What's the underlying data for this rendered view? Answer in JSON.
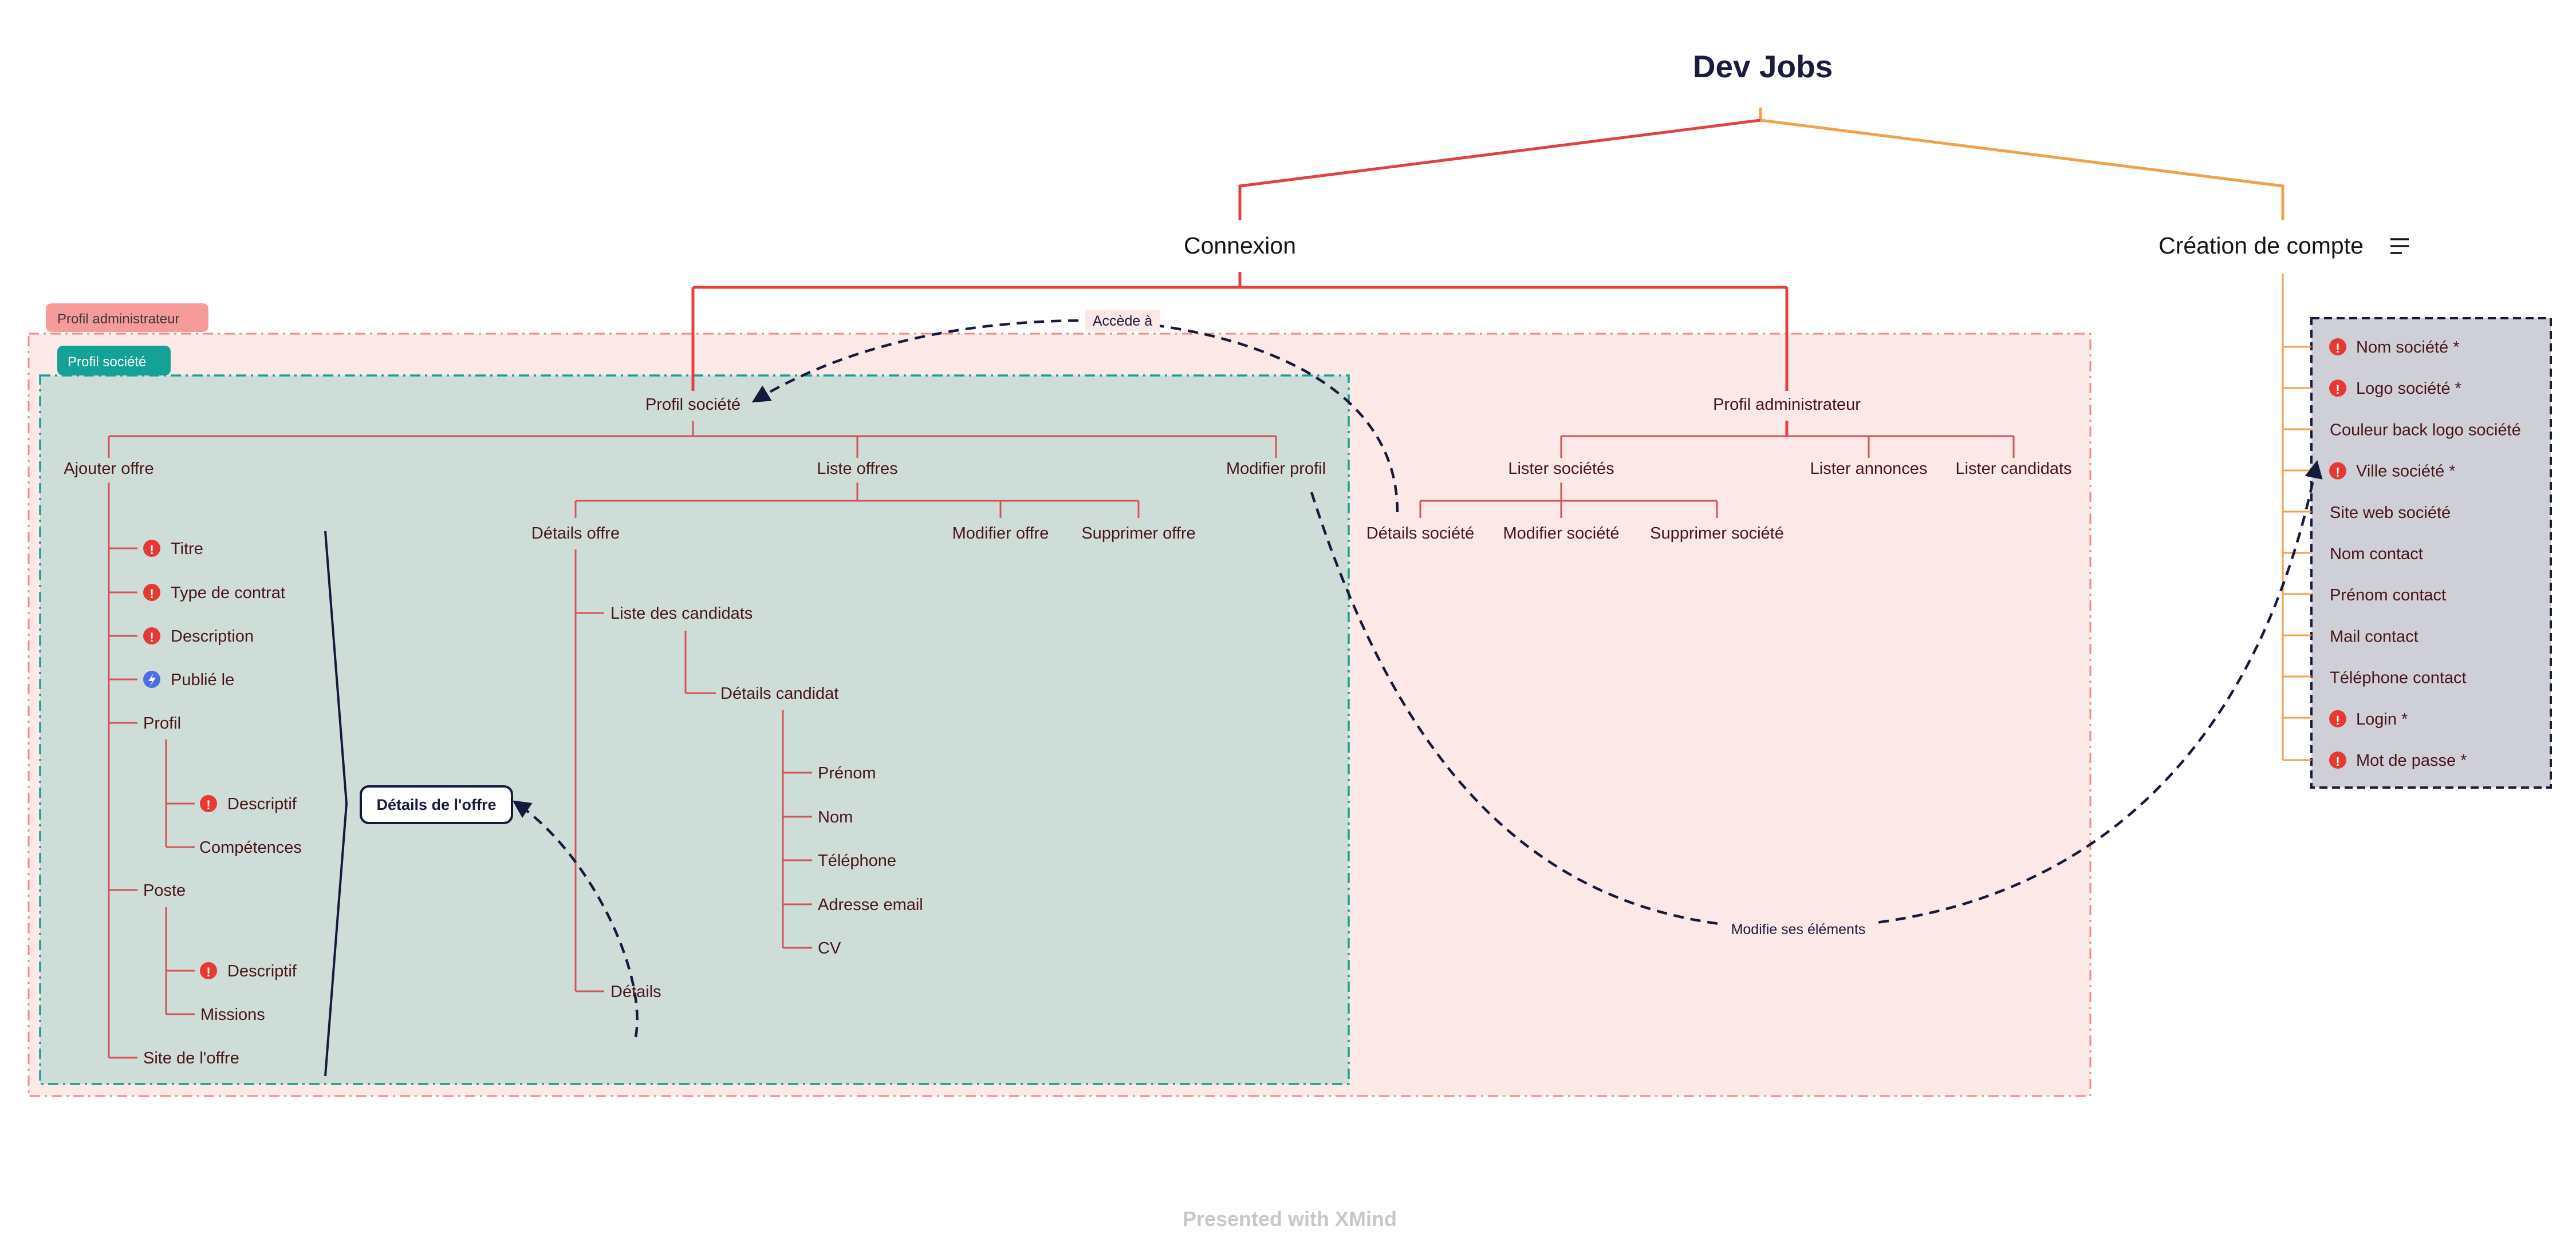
{
  "title": "Dev Jobs",
  "branches": {
    "connexion": "Connexion",
    "creation_compte": "Création de compte"
  },
  "boundaries": {
    "admin": "Profil administrateur",
    "societe": "Profil société"
  },
  "profil_societe": {
    "label": "Profil société",
    "ajouter_offre": {
      "label": "Ajouter offre",
      "titre": "Titre",
      "type_contrat": "Type de contrat",
      "description": "Description",
      "publie_le": "Publié le",
      "profil": "Profil",
      "profil_descriptif": "Descriptif",
      "competences": "Compétences",
      "poste": "Poste",
      "poste_descriptif": "Descriptif",
      "missions": "Missions",
      "site_offre": "Site de l'offre"
    },
    "liste_offres": {
      "label": "Liste offres",
      "details_offre": "Détails offre",
      "modifier_offre": "Modifier offre",
      "supprimer_offre": "Supprimer offre",
      "liste_candidats": "Liste des candidats",
      "details_candidat": "Détails candidat",
      "prenom": "Prénom",
      "nom": "Nom",
      "telephone": "Téléphone",
      "adresse_email": "Adresse email",
      "cv": "CV",
      "details": "Détails"
    },
    "modifier_profil": "Modifier profil"
  },
  "profil_admin": {
    "label": "Profil administrateur",
    "lister_societes": "Lister sociétés",
    "details_societe": "Détails société",
    "modifier_societe": "Modifier société",
    "supprimer_societe": "Supprimer société",
    "lister_annonces": "Lister annonces",
    "lister_candidats": "Lister candidats"
  },
  "summary_box": "Détails de l'offre",
  "relationships": {
    "accede": "Accède à",
    "modifie": "Modifie ses éléments"
  },
  "creation_items": [
    {
      "label": "Nom société *",
      "marker": "required"
    },
    {
      "label": "Logo société *",
      "marker": "required"
    },
    {
      "label": "Couleur back logo société",
      "marker": ""
    },
    {
      "label": "Ville société *",
      "marker": "required"
    },
    {
      "label": "Site web société",
      "marker": ""
    },
    {
      "label": "Nom contact",
      "marker": ""
    },
    {
      "label": "Prénom contact",
      "marker": ""
    },
    {
      "label": "Mail contact",
      "marker": ""
    },
    {
      "label": "Téléphone contact",
      "marker": ""
    },
    {
      "label": "Login *",
      "marker": "required"
    },
    {
      "label": "Mot de passe *",
      "marker": "required"
    }
  ],
  "footer": "Presented with XMind",
  "icons": {
    "required": "exclamation-icon",
    "published": "lightning-icon",
    "notes": "notes-icon"
  },
  "colors": {
    "title": "#1a1c3d",
    "branch_red": "#e34040",
    "branch_orange": "#f3a04a",
    "line": "#d35454",
    "admin_fill": "#fde8e8",
    "societe_fill": "#cfddd8",
    "societe_tag": "#13a295",
    "admin_tag": "#f79a9a",
    "creation_fill": "#cfcfd8"
  }
}
